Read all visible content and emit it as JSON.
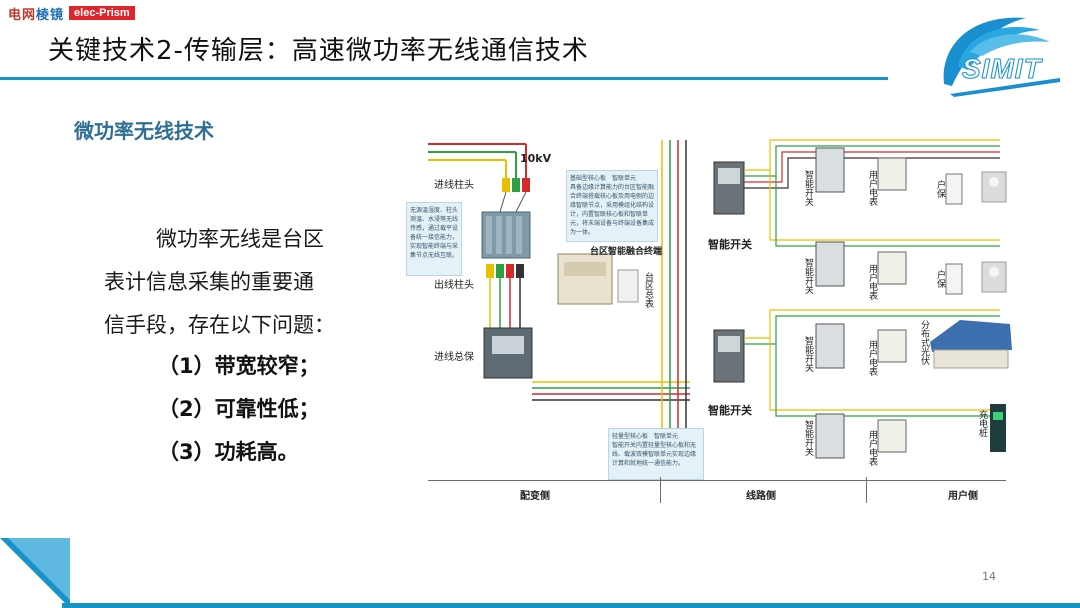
{
  "watermark": {
    "cn_part1": "电网",
    "cn_part2": "棱镜",
    "en": "elec-Prism"
  },
  "slide": {
    "title": "关键技术2-传输层：高速微功率无线通信技术",
    "logo_text": "SIMIT",
    "subheading": "微功率无线技术",
    "body_line1": "微功率无线是台区",
    "body_line2": "表计信息采集的重要通",
    "body_line3": "信手段，存在以下问题：",
    "points": [
      "（1）带宽较窄；",
      "（2）可靠性低；",
      "（3）功耗高。"
    ],
    "page_number": "14"
  },
  "diagram": {
    "voltage": "10kV",
    "incoming_pole": "进线柱头",
    "outgoing_pole": "出线柱头",
    "incoming_main_breaker": "进线总保",
    "district_terminal": "台区智能融合终端",
    "district_meter": "台区总表",
    "smart_switch_1": "智能开关",
    "smart_switch_2": "智能开关",
    "branch_switch": "智能开关",
    "user_meter": "用户电表",
    "user_protector": "户保",
    "distributed_pv": "分布式光伏",
    "charging_pile": "充电桩",
    "note_left": "无源温湿度、柱头测温、水浸等无线传感，通过载平设备统一接信能力，实现智能终端与采集节点无线互联。",
    "note_center_a": "基础型核心板",
    "note_center_b": "智联单元",
    "note_center_text": "具备边缘计算能力的台区智能融合终端搭载核心板及用电侧的边缘智联节点，采用模组化结构设计，内置智联核心板和智联单元，将末端设备与终端设备集成为一体。",
    "note_bottom_a": "轻量型核心板",
    "note_bottom_b": "智联单元",
    "note_bottom_text": "智能开关内置轻量型核心板和无线、载波双模智联单元实现边缘计算和就地统一通信能力。",
    "section_distribution": "配变侧",
    "section_line": "线路侧",
    "section_user": "用户侧"
  },
  "colors": {
    "accent": "#1a93c8",
    "subheading": "#2f6f93",
    "phase_a": "#e8c000",
    "phase_b": "#2ea043",
    "phase_c": "#d42a2a",
    "watermark_red": "#e0262b"
  }
}
